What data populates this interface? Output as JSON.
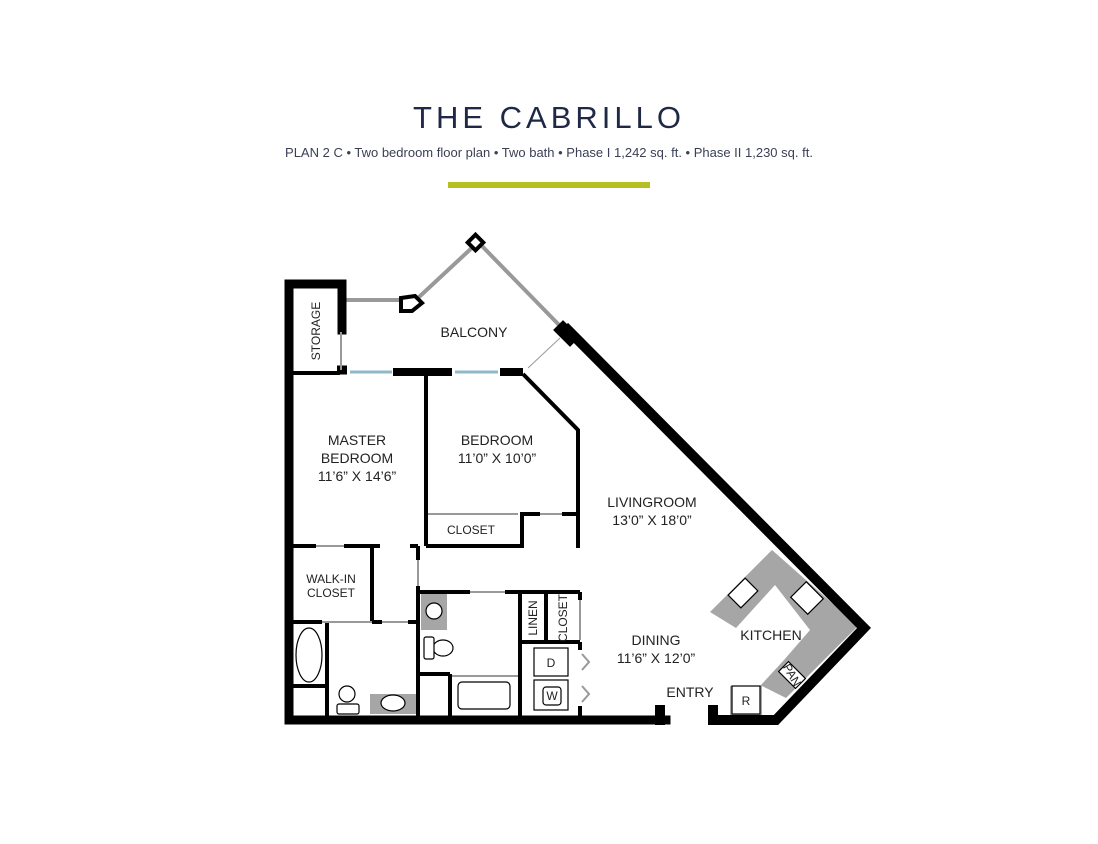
{
  "header": {
    "title": "THE CABRILLO",
    "subtitle": "PLAN 2 C  •  Two bedroom floor plan  •  Two bath  •  Phase I  1,242 sq. ft.  •  Phase II  1,230 sq. ft.",
    "accent_color": "#b5bf1f"
  },
  "plan": {
    "plan_name": "PLAN 2 C",
    "bedrooms": "Two bedroom floor plan",
    "baths": "Two bath",
    "phase1": "Phase I  1,242 sq. ft.",
    "phase2": "Phase II  1,230 sq. ft."
  },
  "rooms": {
    "balcony": "BALCONY",
    "storage": "STORAGE",
    "master_bedroom_l1": "MASTER",
    "master_bedroom_l2": "BEDROOM",
    "master_bedroom_dim": "11’6” X 14’6”",
    "bedroom": "BEDROOM",
    "bedroom_dim": "11’0” X 10’0”",
    "closet": "CLOSET",
    "livingroom": "LIVINGROOM",
    "livingroom_dim": "13’0” X 18’0”",
    "walkin_l1": "WALK-IN",
    "walkin_l2": "CLOSET",
    "linen": "LINEN",
    "hall_closet": "CLOSET",
    "dining": "DINING",
    "dining_dim": "11’6” X 12’0”",
    "kitchen": "KITCHEN",
    "pantry": "PAN",
    "entry": "ENTRY",
    "dryer": "D",
    "washer": "W",
    "refrigerator": "R"
  },
  "colors": {
    "wall": "#000000",
    "counter": "#a6a6a6",
    "window": "#8fb8c8",
    "title": "#1f2845"
  }
}
